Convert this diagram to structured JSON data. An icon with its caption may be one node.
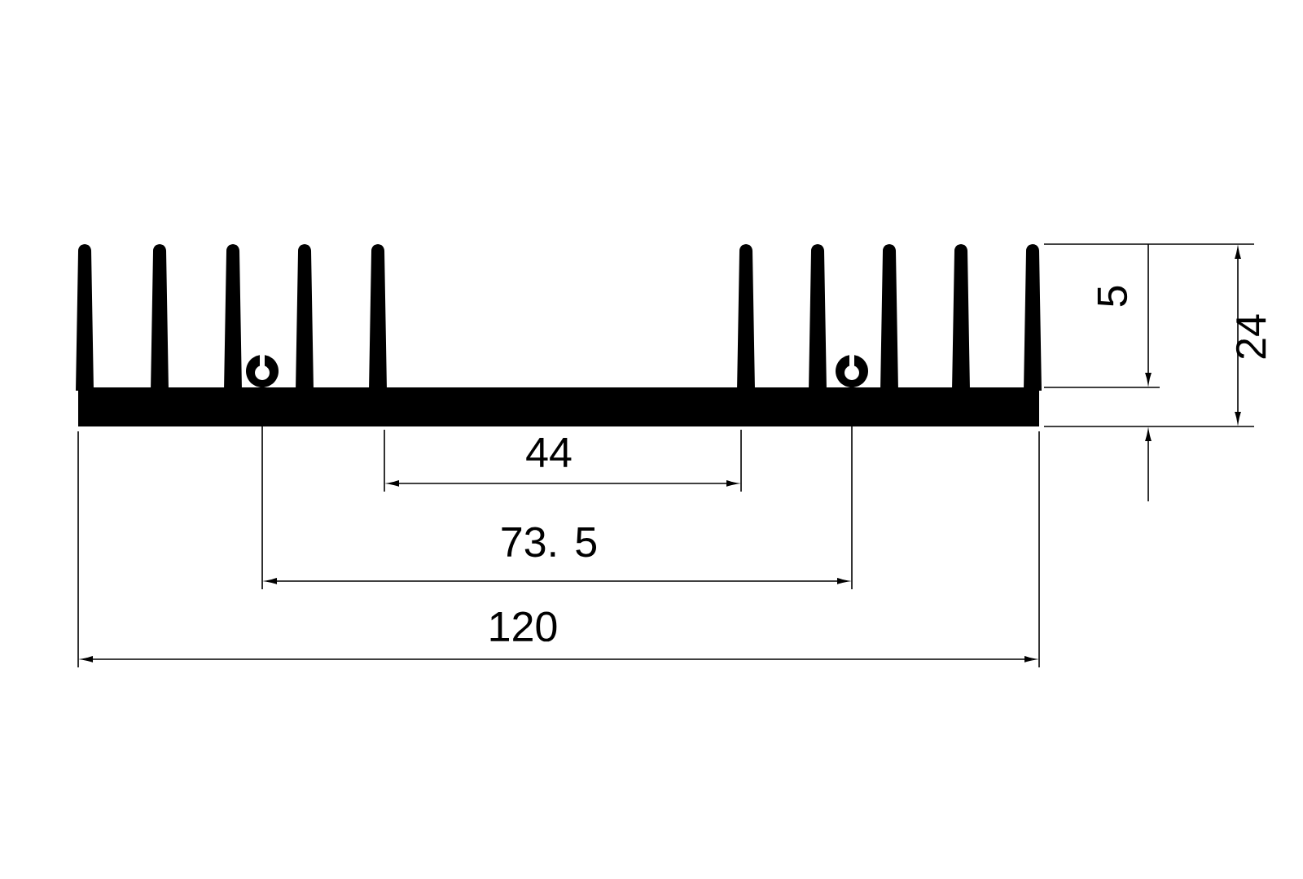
{
  "diagram": {
    "labels": [
      "5",
      "24",
      "44",
      "73. 5",
      "120"
    ]
  }
}
